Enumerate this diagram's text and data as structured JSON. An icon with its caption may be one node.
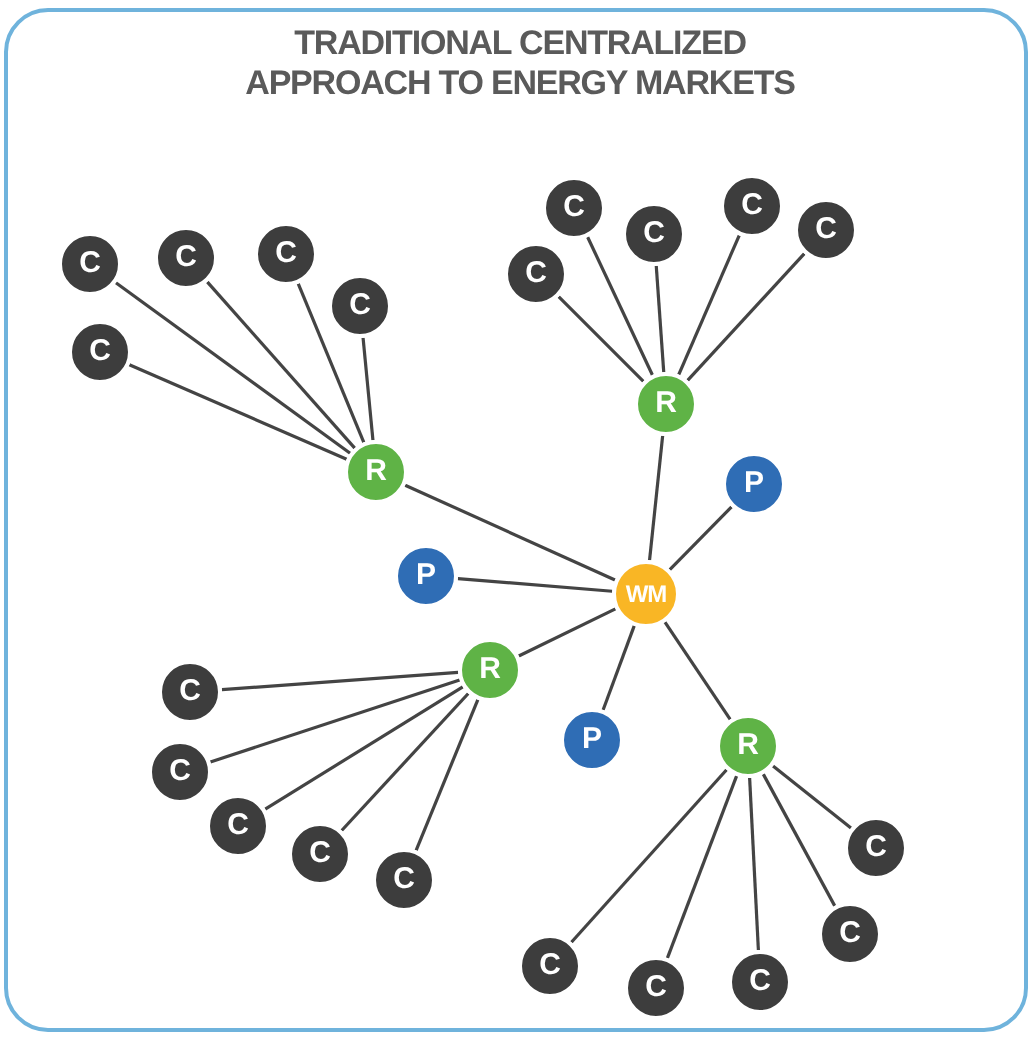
{
  "diagram": {
    "title": "TRADITIONAL CENTRALIZED APPROACH TO ENERGY MARKETS",
    "nodes": [
      {
        "text": [
          "C"
        ]
      },
      {
        "text": [
          "C"
        ]
      },
      {
        "text": [
          "C"
        ]
      },
      {
        "text": [
          "C"
        ]
      },
      {
        "text": [
          "C"
        ]
      },
      {
        "text": [
          "C"
        ]
      },
      {
        "text": [
          "C"
        ]
      },
      {
        "text": [
          "C"
        ]
      },
      {
        "text": [
          "C"
        ]
      },
      {
        "text": [
          "C"
        ]
      },
      {
        "text": [
          "R"
        ]
      },
      {
        "text": [
          "R"
        ]
      },
      {
        "text": [
          "P"
        ]
      },
      {
        "text": [
          "P"
        ]
      },
      {
        "text": [
          "WM"
        ]
      },
      {
        "text": [
          "R"
        ]
      },
      {
        "text": [
          "P"
        ]
      },
      {
        "text": [
          "R"
        ]
      },
      {
        "text": [
          "C"
        ]
      },
      {
        "text": [
          "C"
        ]
      },
      {
        "text": [
          "C"
        ]
      },
      {
        "text": [
          "C"
        ]
      },
      {
        "text": [
          "C"
        ]
      },
      {
        "text": [
          "C"
        ]
      },
      {
        "text": [
          "C"
        ]
      },
      {
        "text": [
          "C"
        ]
      },
      {
        "text": [
          "C"
        ]
      },
      {
        "text": [
          "C"
        ]
      }
    ],
    "edges": [
      {
        "from": 0,
        "to": 11,
        "arrow": "none"
      },
      {
        "from": 1,
        "to": 11,
        "arrow": "none"
      },
      {
        "from": 2,
        "to": 11,
        "arrow": "none"
      },
      {
        "from": 3,
        "to": 11,
        "arrow": "none"
      },
      {
        "from": 4,
        "to": 11,
        "arrow": "none"
      },
      {
        "from": 5,
        "to": 10,
        "arrow": "none"
      },
      {
        "from": 6,
        "to": 10,
        "arrow": "none"
      },
      {
        "from": 7,
        "to": 10,
        "arrow": "none"
      },
      {
        "from": 8,
        "to": 10,
        "arrow": "none"
      },
      {
        "from": 9,
        "to": 10,
        "arrow": "none"
      },
      {
        "from": 10,
        "to": 14,
        "arrow": "none"
      },
      {
        "from": 11,
        "to": 14,
        "arrow": "none"
      },
      {
        "from": 12,
        "to": 14,
        "arrow": "none"
      },
      {
        "from": 13,
        "to": 14,
        "arrow": "none"
      },
      {
        "from": 15,
        "to": 14,
        "arrow": "none"
      },
      {
        "from": 16,
        "to": 14,
        "arrow": "none"
      },
      {
        "from": 17,
        "to": 14,
        "arrow": "none"
      },
      {
        "from": 18,
        "to": 15,
        "arrow": "none"
      },
      {
        "from": 19,
        "to": 15,
        "arrow": "none"
      },
      {
        "from": 20,
        "to": 15,
        "arrow": "none"
      },
      {
        "from": 21,
        "to": 15,
        "arrow": "none"
      },
      {
        "from": 22,
        "to": 15,
        "arrow": "none"
      },
      {
        "from": 23,
        "to": 17,
        "arrow": "none"
      },
      {
        "from": 24,
        "to": 17,
        "arrow": "none"
      },
      {
        "from": 25,
        "to": 17,
        "arrow": "none"
      },
      {
        "from": 26,
        "to": 17,
        "arrow": "none"
      },
      {
        "from": 27,
        "to": 17,
        "arrow": "none"
      }
    ]
  }
}
